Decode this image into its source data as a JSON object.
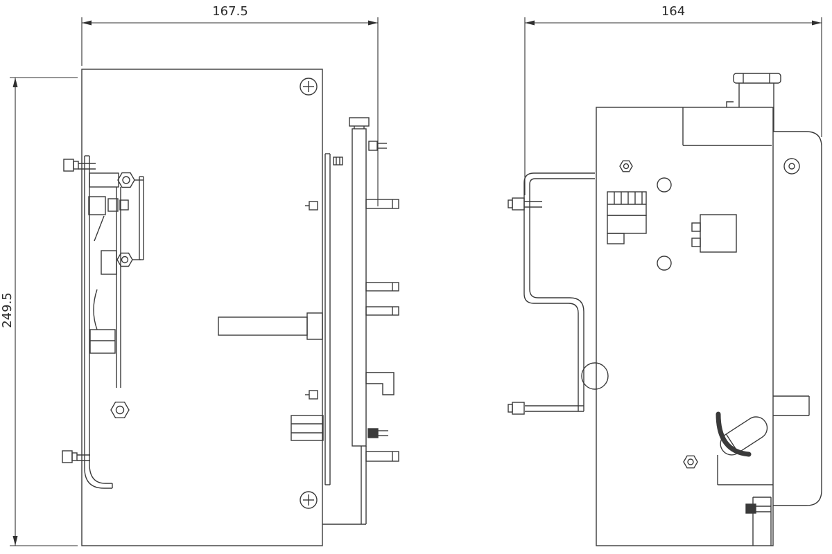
{
  "drawing": {
    "dimensions": {
      "left_view_width": "167.5",
      "left_view_height": "249.5",
      "right_view_width": "164"
    }
  },
  "style": {
    "line_color": "#3a3a3a",
    "text_color": "#2b2b2b",
    "background": "#ffffff"
  }
}
